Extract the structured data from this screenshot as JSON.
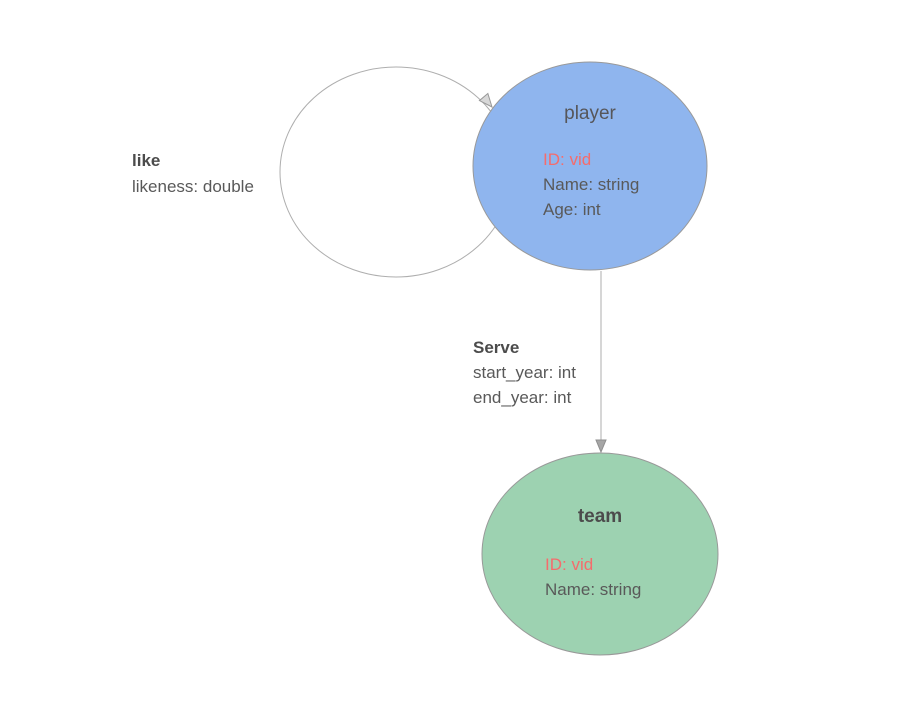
{
  "colors": {
    "player_fill": "#8fb5ee",
    "team_fill": "#9dd2b1",
    "node_stroke": "#999999",
    "edge_stroke": "#aeaeae",
    "loop_arrow_fill": "#d8d8d8",
    "line_arrow_fill": "#a6a6a6",
    "id_property_text": "#f56c6c",
    "body_text": "#595959"
  },
  "nodes": {
    "player": {
      "title": "player",
      "properties": [
        {
          "text": "ID: vid",
          "highlight": true
        },
        {
          "text": "Name: string",
          "highlight": false
        },
        {
          "text": "Age: int",
          "highlight": false
        }
      ]
    },
    "team": {
      "title": "team",
      "properties": [
        {
          "text": "ID: vid",
          "highlight": true
        },
        {
          "text": "Name: string",
          "highlight": false
        }
      ]
    }
  },
  "edges": {
    "like": {
      "title": "like",
      "properties": [
        "likeness: double"
      ]
    },
    "serve": {
      "title": "Serve",
      "properties": [
        "start_year: int",
        "end_year: int"
      ]
    }
  }
}
